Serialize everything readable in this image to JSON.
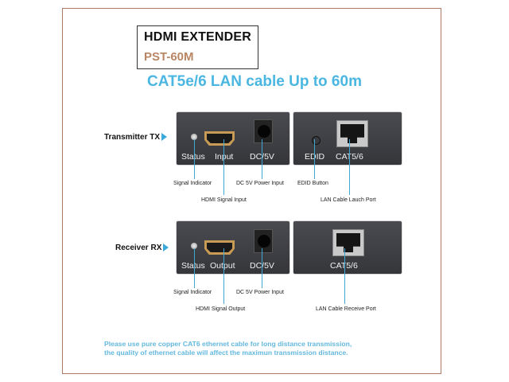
{
  "header": {
    "title": "HDMI EXTENDER",
    "model": "PST-60M",
    "headline": "CAT5e/6 LAN cable Up to 60m"
  },
  "colors": {
    "accent_blue": "#4ab6e2",
    "model_brown": "#b98664",
    "frame_border": "#a97a63",
    "device_body": "#3f4044"
  },
  "transmitter": {
    "row_label": "Transmitter TX",
    "front_panel": {
      "labels": [
        "Status",
        "Input",
        "DC/5V"
      ],
      "callouts": {
        "status": "Signal Indicator",
        "hdmi": "HDMI Signal Input",
        "dc": "DC 5V Power Input"
      }
    },
    "back_panel": {
      "labels": [
        "EDID",
        "CAT5/6"
      ],
      "callouts": {
        "edid": "EDID Button",
        "lan": "LAN Cable Lauch Port"
      }
    }
  },
  "receiver": {
    "row_label": "Receiver RX",
    "front_panel": {
      "labels": [
        "Status",
        "Output",
        "DC/5V"
      ],
      "callouts": {
        "status": "Signal Indicator",
        "hdmi": "HDMI Signal Output",
        "dc": "DC 5V Power Input"
      }
    },
    "back_panel": {
      "labels": [
        "CAT5/6"
      ],
      "callouts": {
        "lan": "LAN Cable Receive Port"
      }
    }
  },
  "footer_note": {
    "line1": "Please use pure copper CAT6 ethernet cable for long distance transmission,",
    "line2": "the quality of ethernet cable will affect the maximun transmission distance."
  }
}
